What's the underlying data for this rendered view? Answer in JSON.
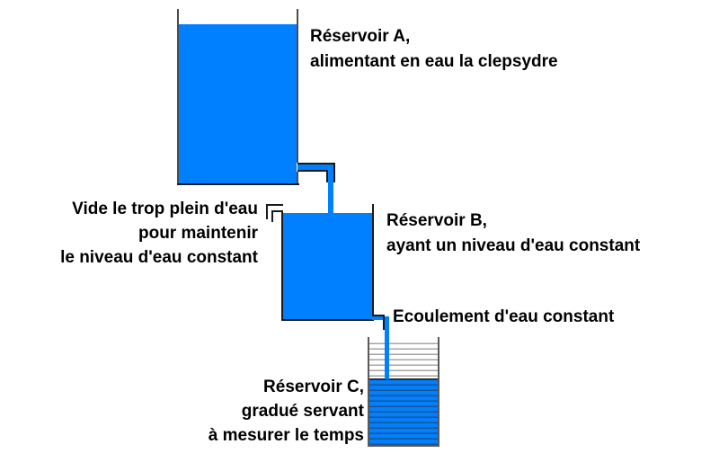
{
  "diagram": {
    "subject": "clepsydre (water clock) schematic",
    "labels": {
      "reservoir_a": {
        "lines": [
          "Réservoir A,",
          "alimentant en eau la clepsydre"
        ]
      },
      "overflow": {
        "lines": [
          "Vide le trop plein d'eau",
          "pour maintenir",
          "le niveau d'eau constant"
        ]
      },
      "reservoir_b": {
        "lines": [
          "Réservoir B,",
          "ayant un niveau d'eau constant"
        ]
      },
      "flow": {
        "lines": [
          "Ecoulement d'eau constant"
        ]
      },
      "reservoir_c": {
        "lines": [
          "Réservoir C,",
          "gradué servant",
          "à mesurer le temps"
        ]
      }
    },
    "colors": {
      "water": "#007FFF",
      "reservoir_a_wall": "#4d4d4d",
      "reservoir_b_outline": "#1a1a1a",
      "reservoir_c_wall": "#595959",
      "graduation_empty": "#a6a6a6",
      "graduation_in_water": "#2d3c4b",
      "text": "#000000",
      "background": "#ffffff"
    }
  }
}
